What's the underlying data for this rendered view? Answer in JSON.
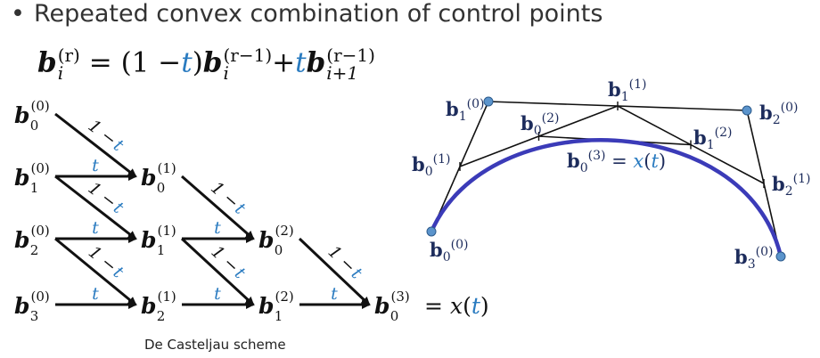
{
  "bullet": {
    "symbol": "•",
    "text": "Repeated convex combination of control points"
  },
  "formula": {
    "lhs_symbol": "b",
    "lhs_sub": "i",
    "lhs_sup": "(r)",
    "equals": "=",
    "coef_open": "(1 −",
    "coef_t": "t",
    "coef_close": ")",
    "term1_symbol": "b",
    "term1_sup": "(r−1)",
    "term1_sub": "i",
    "plus": "+",
    "term2_t": "t",
    "term2_symbol": "b",
    "term2_sup": "(r−1)",
    "term2_sub": "i+1"
  },
  "scheme": {
    "caption": "De Casteljau scheme",
    "nodes": [
      {
        "id": "b00",
        "base": "b",
        "sub": "0",
        "sup": "(0)"
      },
      {
        "id": "b10",
        "base": "b",
        "sub": "1",
        "sup": "(0)"
      },
      {
        "id": "b20",
        "base": "b",
        "sub": "2",
        "sup": "(0)"
      },
      {
        "id": "b30",
        "base": "b",
        "sub": "3",
        "sup": "(0)"
      },
      {
        "id": "b01",
        "base": "b",
        "sub": "0",
        "sup": "(1)"
      },
      {
        "id": "b11",
        "base": "b",
        "sub": "1",
        "sup": "(1)"
      },
      {
        "id": "b21",
        "base": "b",
        "sub": "2",
        "sup": "(1)"
      },
      {
        "id": "b02",
        "base": "b",
        "sub": "0",
        "sup": "(2)"
      },
      {
        "id": "b12",
        "base": "b",
        "sub": "1",
        "sup": "(2)"
      },
      {
        "id": "b03",
        "base": "b",
        "sub": "0",
        "sup": "(3)"
      }
    ],
    "result_equals": "=",
    "result_x": "x",
    "result_open": "(",
    "result_t": "t",
    "result_close": ")",
    "edge_label_diag_prefix": "1 −",
    "edge_label_t": "t",
    "edges": [
      {
        "from": "b00",
        "to": "b01",
        "kind": "diag"
      },
      {
        "from": "b10",
        "to": "b01",
        "kind": "horiz"
      },
      {
        "from": "b10",
        "to": "b11",
        "kind": "diag"
      },
      {
        "from": "b20",
        "to": "b11",
        "kind": "horiz"
      },
      {
        "from": "b20",
        "to": "b21",
        "kind": "diag"
      },
      {
        "from": "b30",
        "to": "b21",
        "kind": "horiz"
      },
      {
        "from": "b01",
        "to": "b02",
        "kind": "diag"
      },
      {
        "from": "b11",
        "to": "b02",
        "kind": "horiz"
      },
      {
        "from": "b11",
        "to": "b12",
        "kind": "diag"
      },
      {
        "from": "b21",
        "to": "b12",
        "kind": "horiz"
      },
      {
        "from": "b02",
        "to": "b03",
        "kind": "diag"
      },
      {
        "from": "b12",
        "to": "b03",
        "kind": "horiz"
      }
    ]
  },
  "figure": {
    "labels": [
      {
        "id": "p0",
        "base": "b",
        "sub": "0",
        "sup": "(0)"
      },
      {
        "id": "p1",
        "base": "b",
        "sub": "1",
        "sup": "(0)"
      },
      {
        "id": "p2",
        "base": "b",
        "sub": "2",
        "sup": "(0)"
      },
      {
        "id": "p3",
        "base": "b",
        "sub": "3",
        "sup": "(0)"
      },
      {
        "id": "q0",
        "base": "b",
        "sub": "0",
        "sup": "(1)"
      },
      {
        "id": "q1",
        "base": "b",
        "sub": "1",
        "sup": "(1)"
      },
      {
        "id": "q2",
        "base": "b",
        "sub": "2",
        "sup": "(1)"
      },
      {
        "id": "r0",
        "base": "b",
        "sub": "0",
        "sup": "(2)"
      },
      {
        "id": "r1",
        "base": "b",
        "sub": "1",
        "sup": "(2)"
      },
      {
        "id": "s0",
        "base": "b",
        "sub": "0",
        "sup": "(3)"
      }
    ],
    "s0_equals": "=",
    "s0_x": "x",
    "s0_open": "(",
    "s0_t": "t",
    "s0_close": ")",
    "colors": {
      "curve": "#3b3bb8",
      "control_point": "#5b94cc",
      "label": "#1d2c5c",
      "t_accent": "#2a7bc0",
      "polygon": "#111111"
    }
  }
}
